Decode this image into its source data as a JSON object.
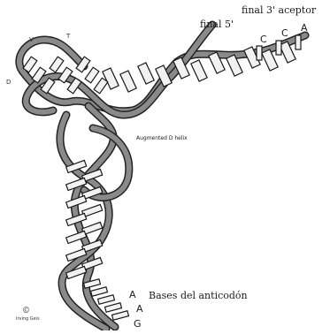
{
  "labels": {
    "acceptor_end": "final 3' aceptor",
    "five_prime_end": "final 5'",
    "anticodon_bases": "Bases del anticodón",
    "augmented_helix": "Augmented D helix",
    "copyright": "©",
    "small_v": "V",
    "small_t": "T",
    "small_d": "D"
  },
  "acceptor_bases": [
    "C",
    "C",
    "A"
  ],
  "anticodon_letters": [
    "A",
    "A",
    "G"
  ],
  "copyright_text": "Irving Geis",
  "colors": {
    "ribbon": "#8a8a8a",
    "ribbon_edge": "#222222",
    "rung": "#f2f2f2",
    "rung_edge": "#1a1a1a",
    "background": "#ffffff"
  }
}
